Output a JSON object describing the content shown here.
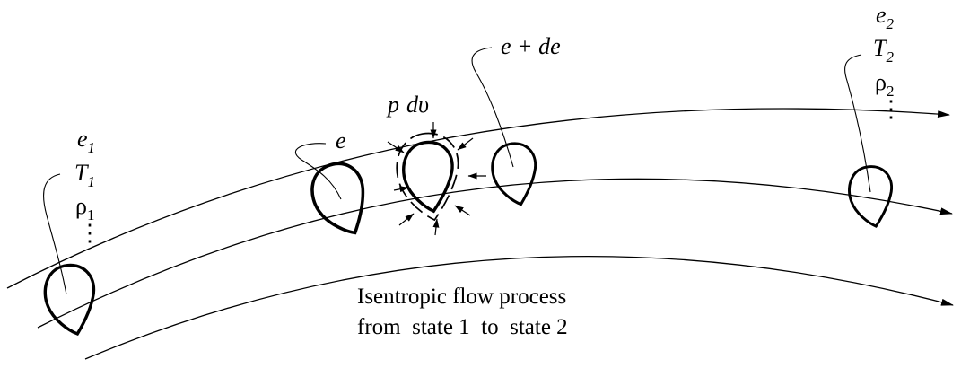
{
  "states": {
    "state1": {
      "e": "e",
      "e_sub": "1",
      "T": "T",
      "T_sub": "1",
      "rho": "ρ",
      "rho_sub": "1",
      "dots": "⋮"
    },
    "state2": {
      "e": "e",
      "e_sub": "2",
      "T": "T",
      "T_sub": "2",
      "rho": "ρ",
      "rho_sub": "2",
      "dots": "⋮"
    }
  },
  "labels": {
    "e_mid": "e",
    "work_p": "p",
    "work_dv": "dυ",
    "e_plus_de": "e + de"
  },
  "caption": {
    "line1": "Isentropic flow process",
    "line2": "from  state 1  to  state 2"
  }
}
